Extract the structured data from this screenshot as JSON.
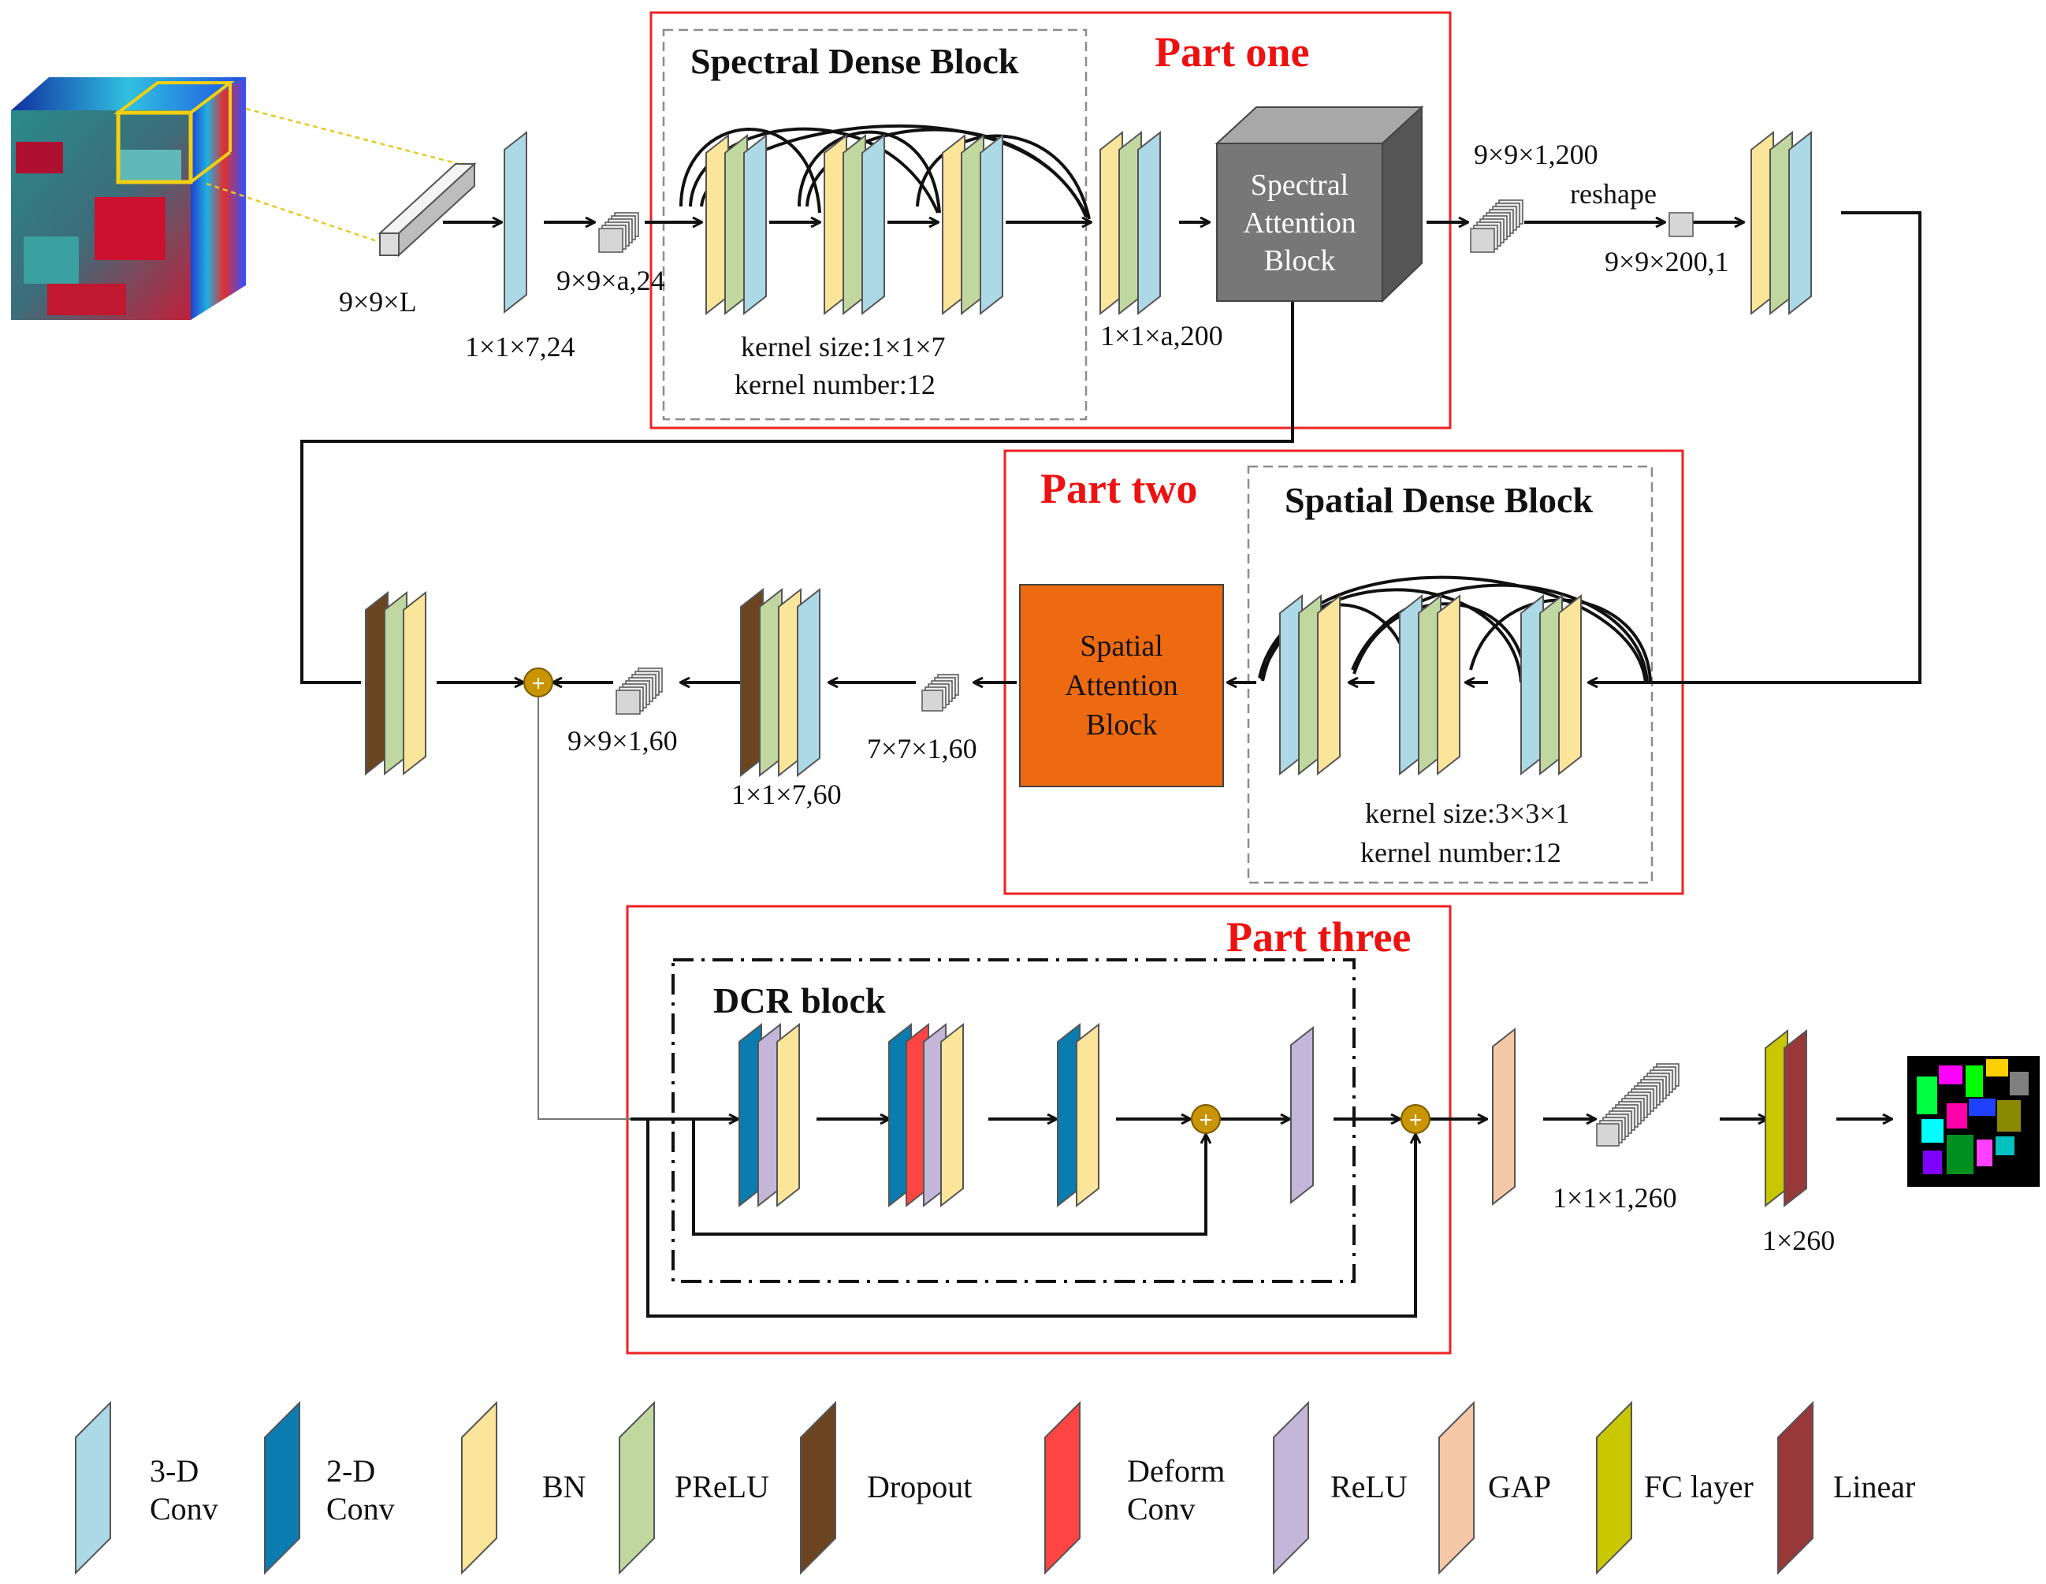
{
  "colors": {
    "conv3d": "#add8e6",
    "conv2d": "#0a7cb0",
    "bn": "#fbe59a",
    "prelu": "#c0d8a0",
    "dropout": "#6b4422",
    "deform": "#ff4444",
    "relu": "#c4b6d8",
    "gap": "#f5c8a8",
    "fc": "#c9c800",
    "linear": "#993838",
    "spectral_attention": "#777777",
    "spatial_attention": "#ee6a10",
    "add_node": "#c89400",
    "part_box": "#ee2222"
  },
  "parts": {
    "one": "Part one",
    "two": "Part two",
    "three": "Part three"
  },
  "blocks": {
    "spectral_dense": "Spectral Dense Block",
    "spatial_dense": "Spatial Dense Block",
    "dcr": "DCR block",
    "spectral_attention": [
      "Spectral",
      "Attention",
      "Block"
    ],
    "spatial_attention": [
      "Spatial",
      "Attention",
      "Block"
    ]
  },
  "kernel_info": {
    "spectral": [
      "kernel size:1×1×7",
      "kernel number:12"
    ],
    "spatial": [
      "kernel size:3×3×1",
      "kernel number:12"
    ]
  },
  "dims": {
    "input": "9×9×L",
    "conv1": "1×1×7,24",
    "cube1": "9×9×a,24",
    "after_dense": "1×1×a,200",
    "cube2": "9×9×1,200",
    "reshape": "reshape",
    "after_reshape": "9×9×200,1",
    "cube_7x7": "7×7×1,60",
    "conv_1x1x7_60": "1×1×7,60",
    "cube_9x9": "9×9×1,60",
    "gap_out": "1×1×1,260",
    "fc_out": "1×260"
  },
  "legend": [
    {
      "key": "conv3d",
      "lines": [
        "3-D",
        "Conv"
      ]
    },
    {
      "key": "conv2d",
      "lines": [
        "2-D",
        "Conv"
      ]
    },
    {
      "key": "bn",
      "lines": [
        "BN"
      ]
    },
    {
      "key": "prelu",
      "lines": [
        "PReLU"
      ]
    },
    {
      "key": "dropout",
      "lines": [
        "Dropout"
      ]
    },
    {
      "key": "deform",
      "lines": [
        "Deform",
        "Conv"
      ]
    },
    {
      "key": "relu",
      "lines": [
        "ReLU"
      ]
    },
    {
      "key": "gap",
      "lines": [
        "GAP"
      ]
    },
    {
      "key": "fc",
      "lines": [
        "FC layer"
      ]
    },
    {
      "key": "linear",
      "lines": [
        "Linear"
      ]
    }
  ],
  "add_symbol": "+"
}
